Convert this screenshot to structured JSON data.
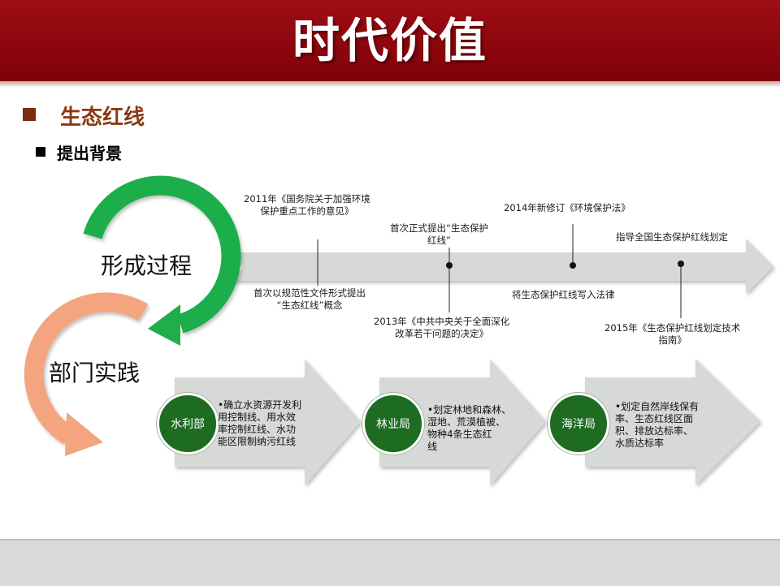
{
  "header": {
    "title": "时代价值"
  },
  "section": {
    "title": "生态红线",
    "subtitle": "提出背景"
  },
  "cycle": {
    "formation": "形成过程",
    "practice": "部门实践"
  },
  "timeline": {
    "top_2011": [
      "2011年《国务院关于加强环境",
      "保护重点工作的意见》"
    ],
    "top_first": [
      "首次正式提出“生态保护",
      "红线”"
    ],
    "top_2014": "2014年新修订《环境保护法》",
    "top_guide": "指导全国生态保护红线划定",
    "bottom_first": [
      "首次以规范性文件形式提出",
      "“生态红线”概念"
    ],
    "bottom_law": "将生态保护红线写入法律",
    "bottom_2013": [
      "2013年《中共中央关于全面深化",
      "改革若干问题的决定》"
    ],
    "bottom_2015": [
      "2015年《生态保护红线划定技术",
      "指南》"
    ]
  },
  "departments": [
    {
      "name": "水利部",
      "desc": [
        "•确立水资源开发利",
        "用控制线、用水效",
        "率控制红线、水功",
        "能区限制纳污红线"
      ]
    },
    {
      "name": "林业局",
      "desc": [
        "•划定林地和森林、",
        "湿地、荒漠植被、",
        "物种4条生态红",
        "线"
      ]
    },
    {
      "name": "海洋局",
      "desc": [
        "•划定自然岸线保有",
        "率、生态红线区面",
        "积、排放达标率、",
        "水质达标率"
      ]
    }
  ],
  "colors": {
    "header": "#8b0a10",
    "green_arc": "#1fae4b",
    "orange_arc": "#f4a47e",
    "dept_circle": "#1e6b22",
    "arrow": "#d6d9d6"
  }
}
